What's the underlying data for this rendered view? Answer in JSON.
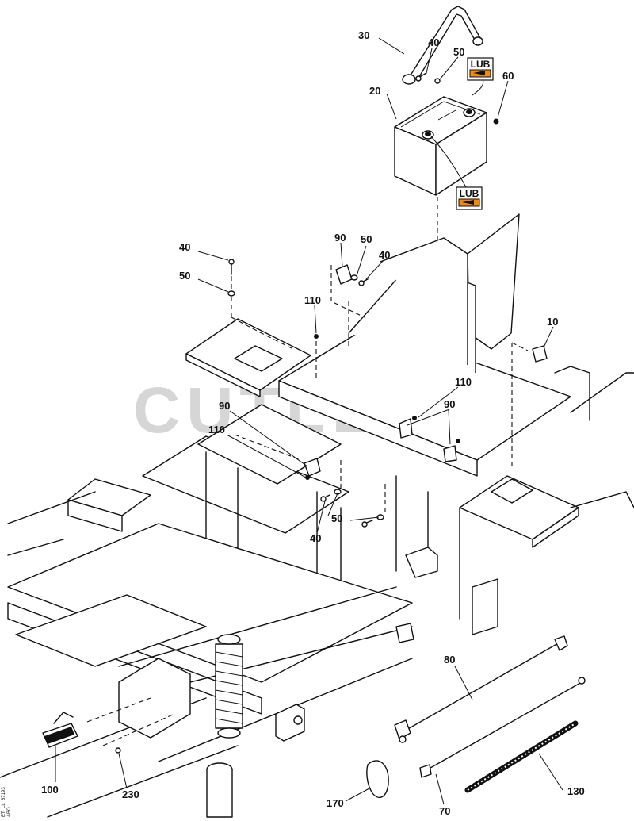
{
  "watermark": "CUTLERS",
  "drawing_code": [
    "ET_LL_87193",
    "ABO"
  ],
  "lub_label": "LUB",
  "callouts": {
    "c30": "30",
    "c40a": "40",
    "c50a": "50",
    "c60": "60",
    "c20": "20",
    "c40b": "40",
    "c50b": "50",
    "c90a": "90",
    "c50c": "50",
    "c40c": "40",
    "c110a": "110",
    "c10": "10",
    "c110b": "110",
    "c90b": "90",
    "c90c": "90",
    "c110c": "110",
    "c50d": "50",
    "c40d": "40",
    "c80": "80",
    "c100": "100",
    "c230": "230",
    "c170": "170",
    "c70": "70",
    "c130": "130"
  }
}
